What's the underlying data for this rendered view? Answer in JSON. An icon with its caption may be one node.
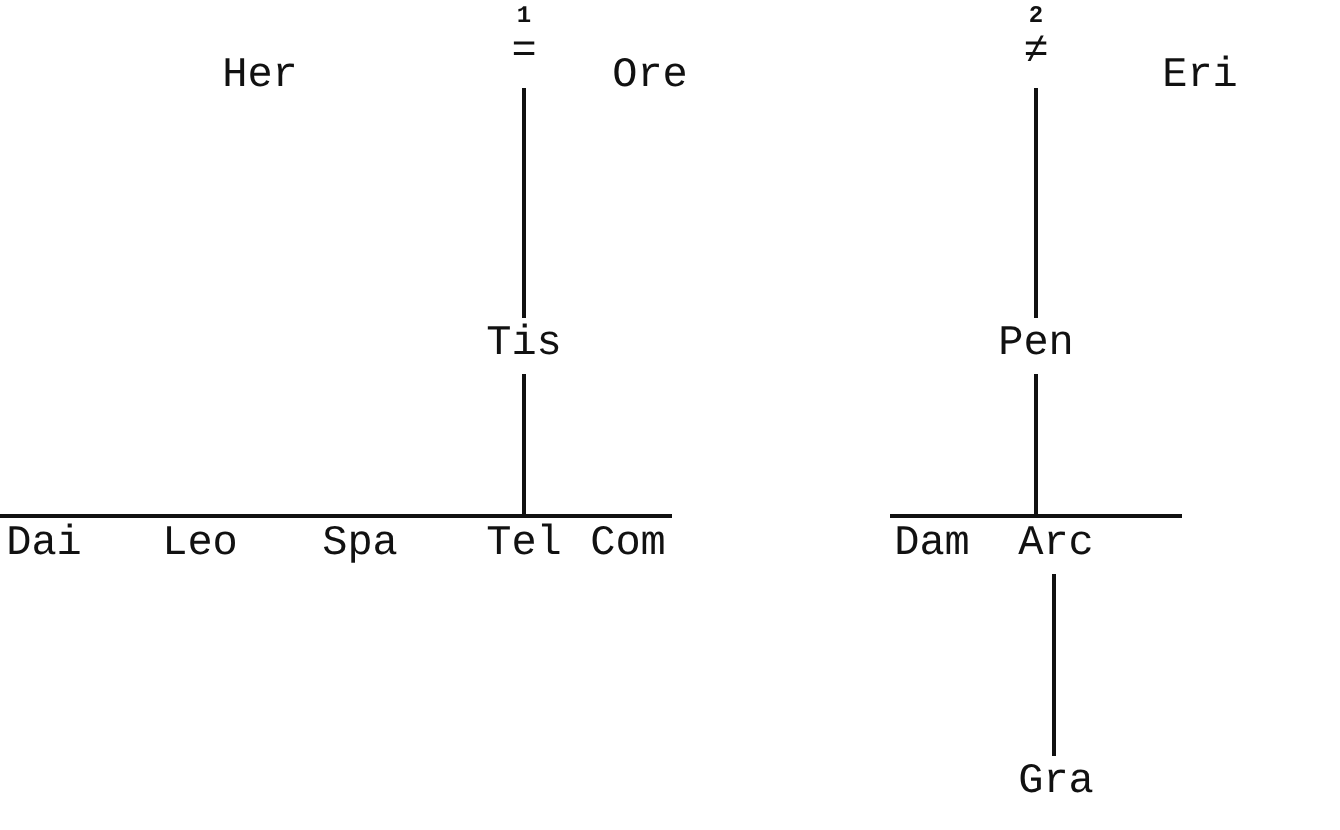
{
  "diagram": {
    "nodes": [
      {
        "text": [
          "Her"
        ]
      },
      {
        "text": [
          "1",
          "="
        ]
      },
      {
        "text": [
          "Ore"
        ]
      },
      {
        "text": [
          "2",
          "≠"
        ]
      },
      {
        "text": [
          "Eri"
        ]
      },
      {
        "text": [
          "Tis"
        ]
      },
      {
        "text": [
          "Pen"
        ]
      },
      {
        "text": [],
        "shape": "bar"
      },
      {
        "text": [
          "Dai"
        ]
      },
      {
        "text": [
          "Leo"
        ]
      },
      {
        "text": [
          "Spa"
        ]
      },
      {
        "text": [
          "Tel"
        ]
      },
      {
        "text": [
          "Com"
        ]
      },
      {
        "text": [],
        "shape": "bar"
      },
      {
        "text": [
          "Dam"
        ]
      },
      {
        "text": [
          "Arc"
        ]
      },
      {
        "text": [
          "Gra"
        ]
      }
    ],
    "edges": [
      {
        "from": 1,
        "to": 5,
        "arrow": "none"
      },
      {
        "from": 5,
        "to": 7,
        "arrow": "none"
      },
      {
        "from": 3,
        "to": 6,
        "arrow": "none"
      },
      {
        "from": 6,
        "to": 13,
        "arrow": "none"
      },
      {
        "from": 15,
        "to": 16,
        "arrow": "none"
      }
    ]
  }
}
